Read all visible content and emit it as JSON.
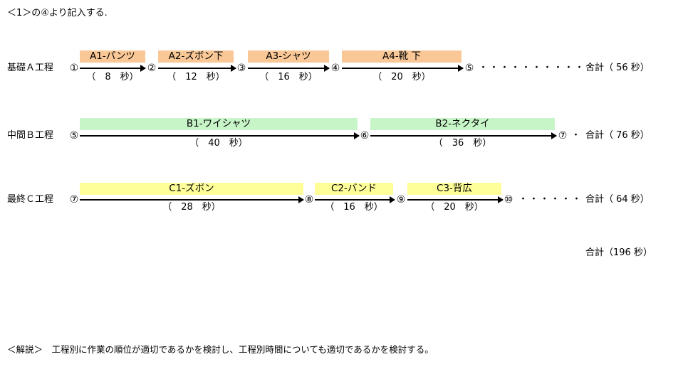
{
  "header": "＜1＞の④より記入する.",
  "colors": {
    "a_box": "#f9c896",
    "b_box": "#c8f5c8",
    "c_box": "#ffff9a"
  },
  "rows": [
    {
      "label": "基礎Ａ工程",
      "nodes": [
        "①",
        "②",
        "③",
        "④",
        "⑤"
      ],
      "tasks": [
        {
          "name": "A1-パンツ",
          "duration": "（　8　秒）"
        },
        {
          "name": "A2-ズボン下",
          "duration": "（　12　秒）"
        },
        {
          "name": "A3-シャツ",
          "duration": "（　16　秒）"
        },
        {
          "name": "A4-靴 下",
          "duration": "（　20　秒）"
        }
      ],
      "dots": "・・・・・・・・・・・",
      "total": "合計（ 56 秒）"
    },
    {
      "label": "中間Ｂ工程",
      "nodes": [
        "⑤",
        "⑥",
        "⑦"
      ],
      "tasks": [
        {
          "name": "B1-ワイシャツ",
          "duration": "（　40　秒）"
        },
        {
          "name": "B2-ネクタイ",
          "duration": "（　36　秒）"
        }
      ],
      "dots": "・",
      "total": "合計（ 76 秒）"
    },
    {
      "label": "最終Ｃ工程",
      "nodes": [
        "⑦",
        "⑧",
        "⑨",
        "⑩"
      ],
      "tasks": [
        {
          "name": "C1-ズボン",
          "duration": "（　28　秒）"
        },
        {
          "name": "C2-バンド",
          "duration": "（　16　秒）"
        },
        {
          "name": "C3-背広",
          "duration": "（　20　秒）"
        }
      ],
      "dots": "・・・・・・",
      "total": "合計（ 64 秒）"
    }
  ],
  "grand_total": "合計（196 秒）",
  "footer": "＜解説＞　工程別に作業の順位が適切であるかを検討し、工程別時間についても適切であるかを検討する。"
}
